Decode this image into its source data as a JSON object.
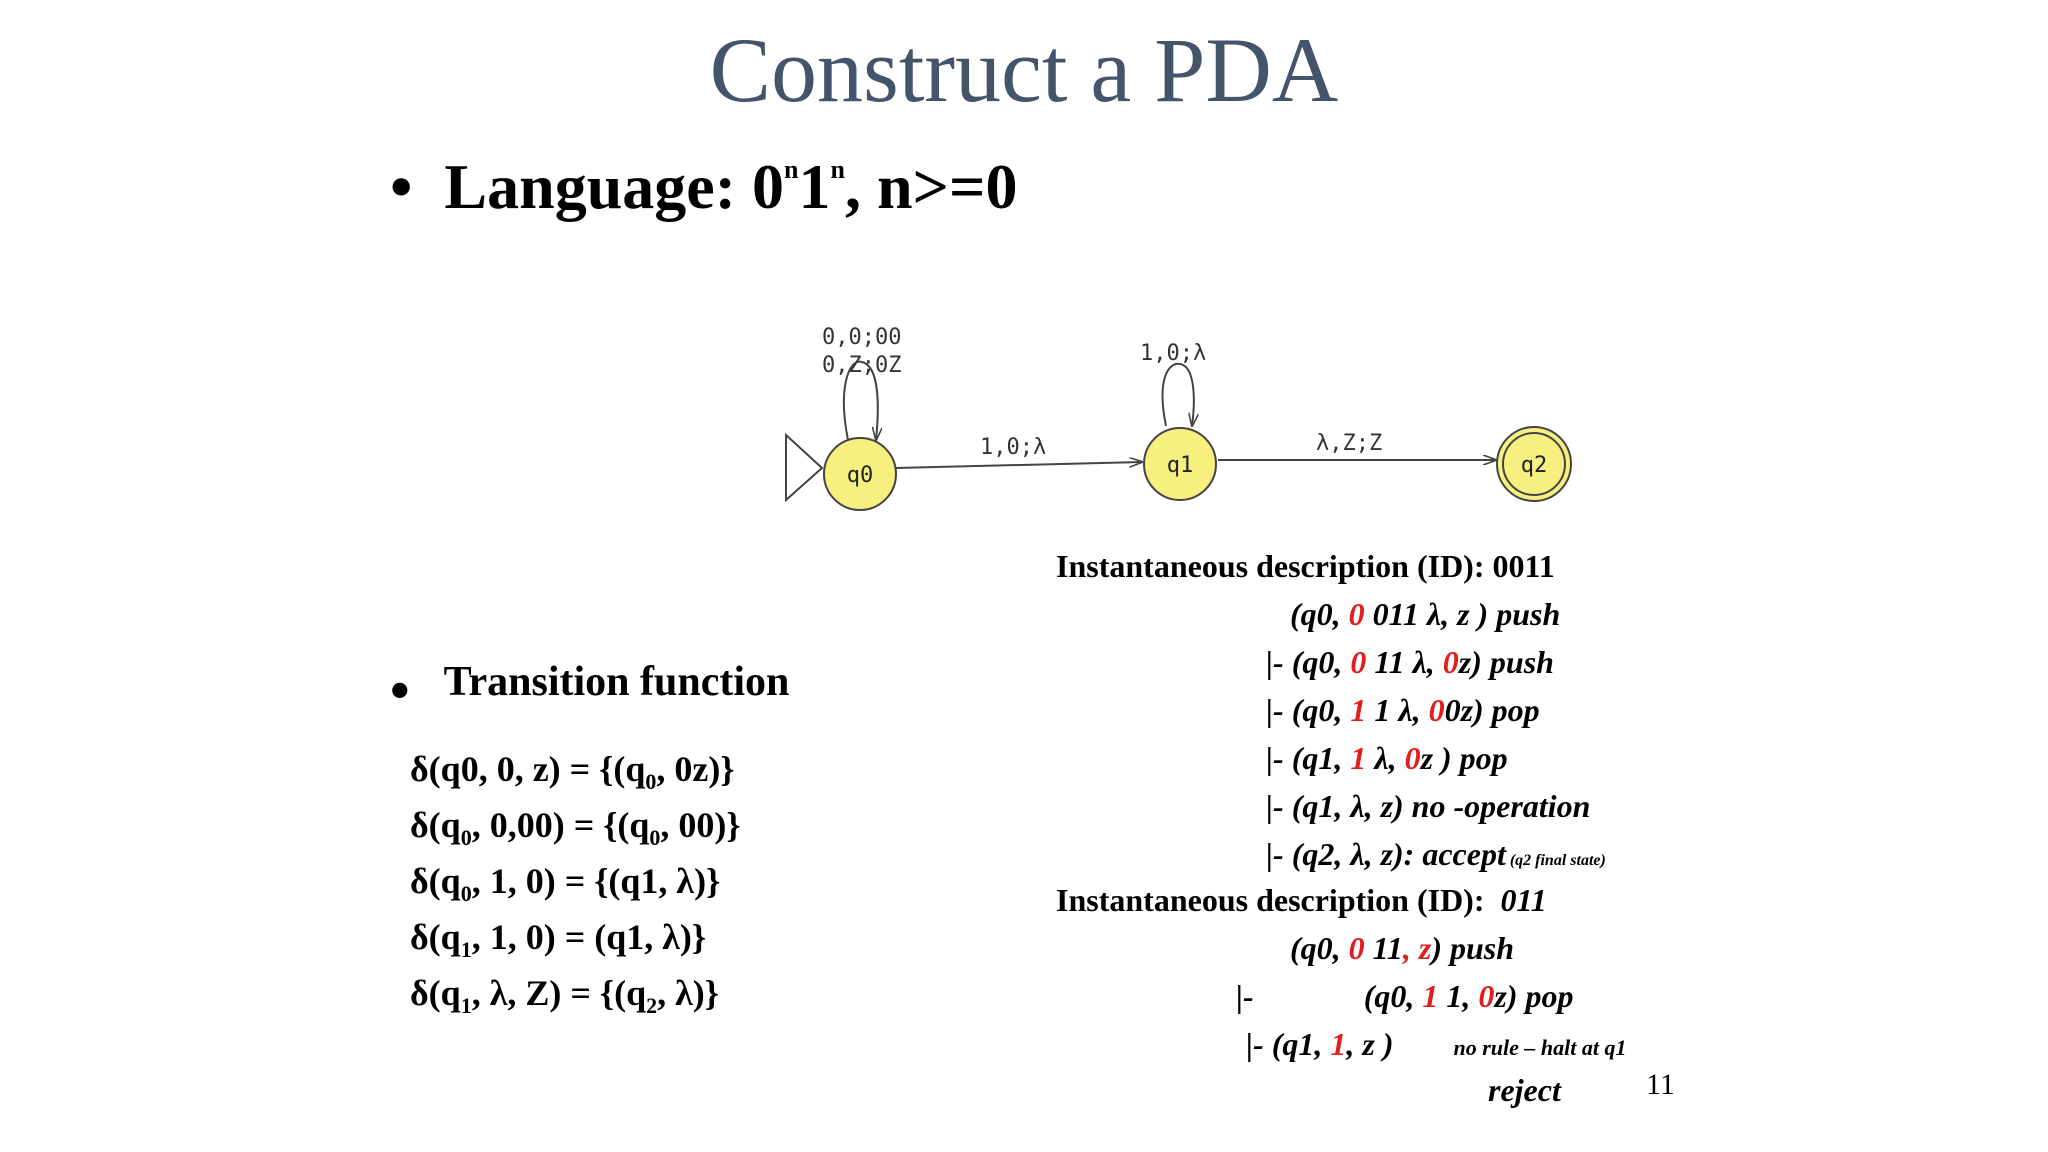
{
  "title": "Construct a PDA",
  "language": {
    "bullet": "•",
    "prefix": "Language: 0",
    "sup1": "n",
    "mid": "1",
    "sup2": "n",
    "suffix": ", n>=0"
  },
  "diagram": {
    "states": [
      {
        "id": "q0",
        "label": "q0",
        "initial": true,
        "final": false
      },
      {
        "id": "q1",
        "label": "q1",
        "initial": false,
        "final": false
      },
      {
        "id": "q2",
        "label": "q2",
        "initial": false,
        "final": true
      }
    ],
    "edges": [
      {
        "from": "q0",
        "to": "q0",
        "labels": [
          "0,0;00",
          "0,Z;0Z"
        ]
      },
      {
        "from": "q0",
        "to": "q1",
        "labels": [
          "1,0;λ"
        ]
      },
      {
        "from": "q1",
        "to": "q1",
        "labels": [
          "1,0;λ"
        ]
      },
      {
        "from": "q1",
        "to": "q2",
        "labels": [
          "λ,Z;Z"
        ]
      }
    ],
    "colors": {
      "state_fill": "#f7f07f",
      "stroke": "#444444"
    }
  },
  "transition": {
    "bullet": "•",
    "heading": "Transition function",
    "lines": [
      {
        "parts": [
          "δ(q0, 0, z) = {(q",
          "0",
          ", 0z)}"
        ]
      },
      {
        "parts": [
          "δ(q",
          "0",
          ", 0,00) = {(q",
          "0",
          ", 00)}"
        ]
      },
      {
        "parts": [
          "δ(q",
          "0",
          ", 1, 0) = {(q1, λ)}"
        ]
      },
      {
        "parts": [
          "δ(q",
          "1",
          ", 1, 0) = (q1, λ)}"
        ]
      },
      {
        "parts": [
          "δ(q",
          "1",
          ", λ, Z) = {(q",
          "2",
          ", λ)}"
        ]
      }
    ]
  },
  "id1": {
    "heading": "Instantaneous description (ID):  0011",
    "lines": [
      [
        "(q0, ",
        "0",
        " 011 λ, z )  push"
      ],
      [
        "|- (q0, ",
        "0",
        " 11 λ, ",
        "0",
        "z)   push"
      ],
      [
        "|-  (q0, ",
        "1",
        " 1 λ, ",
        "0",
        "0z) pop"
      ],
      [
        "|-  (q1, ",
        "1",
        " λ, ",
        "0",
        "z )   pop"
      ],
      [
        "|-  (q1, λ, z)    no -operation"
      ],
      [
        "|-  (q2, λ, z):    accept",
        " (q2 final state)"
      ]
    ]
  },
  "id2": {
    "heading_a": "Instantaneous description (ID):",
    "heading_b": "011",
    "lines": [
      [
        "(q0, ",
        "0",
        " 11",
        ", z",
        ")    push"
      ],
      [
        "|-",
        "(q0, ",
        "1",
        " 1, ",
        "0",
        "z)     pop"
      ],
      [
        "|-   (q1, ",
        "1",
        ", z )",
        "no rule – halt at q1"
      ],
      [
        "reject"
      ]
    ]
  },
  "page_number": "11",
  "colors": {
    "title": "#44546a",
    "highlight": "#e02020"
  }
}
